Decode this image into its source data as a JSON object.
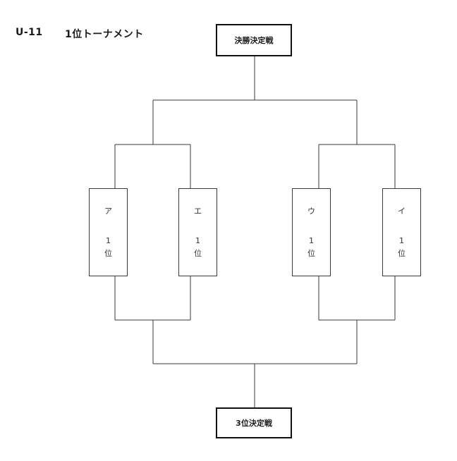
{
  "header": {
    "division": "U-11",
    "title": "1位トーナメント"
  },
  "matches": {
    "final": "決勝決定戦",
    "third_place": "3位決定戦"
  },
  "teams": [
    {
      "name": "ア",
      "rank_number": "1",
      "rank_unit": "位"
    },
    {
      "name": "エ",
      "rank_number": "1",
      "rank_unit": "位"
    },
    {
      "name": "ウ",
      "rank_number": "1",
      "rank_unit": "位"
    },
    {
      "name": "イ",
      "rank_number": "1",
      "rank_unit": "位"
    }
  ]
}
